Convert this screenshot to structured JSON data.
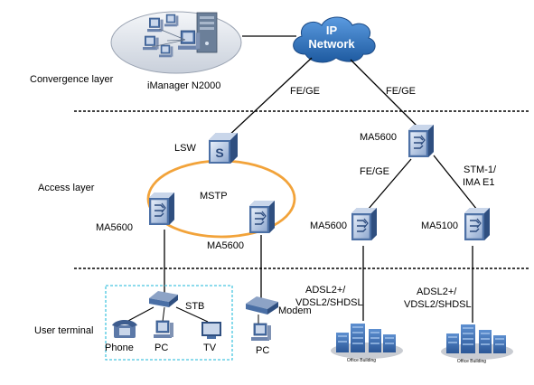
{
  "header": {
    "title": "Figure 1-1 Example"
  },
  "layers": {
    "convergence": "Convergence layer",
    "access": "Access layer",
    "user": "User terminal"
  },
  "network": {
    "ip_cloud_line1": "IP",
    "ip_cloud_line2": "Network",
    "imanager": "iManager N2000"
  },
  "links": {
    "fe_ge_left": "FE/GE",
    "fe_ge_right": "FE/GE",
    "fe_ge_mid": "FE/GE",
    "stm_line1": "STM-1/",
    "stm_line2": "IMA E1",
    "mstp": "MSTP",
    "adsl_a_line1": "ADSL2+/",
    "adsl_a_line2": "VDSL2/SHDSL",
    "adsl_b_line1": "ADSL2+/",
    "adsl_b_line2": "VDSL2/SHDSL"
  },
  "devices": {
    "lsw": "LSW",
    "ma5600_top": "MA5600",
    "ma5600_left": "MA5600",
    "ma5600_center": "MA5600",
    "ma5600_right": "MA5600",
    "ma5100": "MA5100"
  },
  "terminals": {
    "stb": "STB",
    "phone": "Phone",
    "pc_a": "PC",
    "tv": "TV",
    "modem": "Modem",
    "pc_b": "PC",
    "building_a": "Office Building",
    "building_b": "Office Building"
  },
  "colors": {
    "mstp_ring": "#f2a33a",
    "device_blue": "#4a6fa5",
    "device_light": "#c9d6ea",
    "cloud": "#2f6fb3",
    "terminal_box": "#49c5e0"
  }
}
